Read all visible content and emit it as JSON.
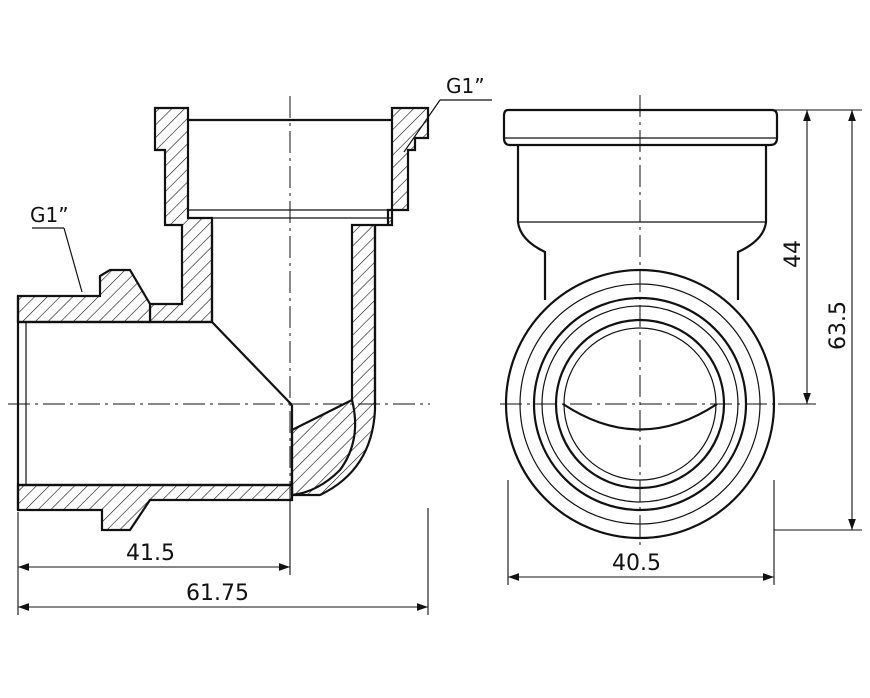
{
  "threads": {
    "top_right": "G1”",
    "left": "G1”"
  },
  "dimensions": {
    "bottom_inner": "41.5",
    "bottom_outer": "61.75",
    "front_width": "40.5",
    "height_short": "44",
    "height_total": "63.5"
  }
}
